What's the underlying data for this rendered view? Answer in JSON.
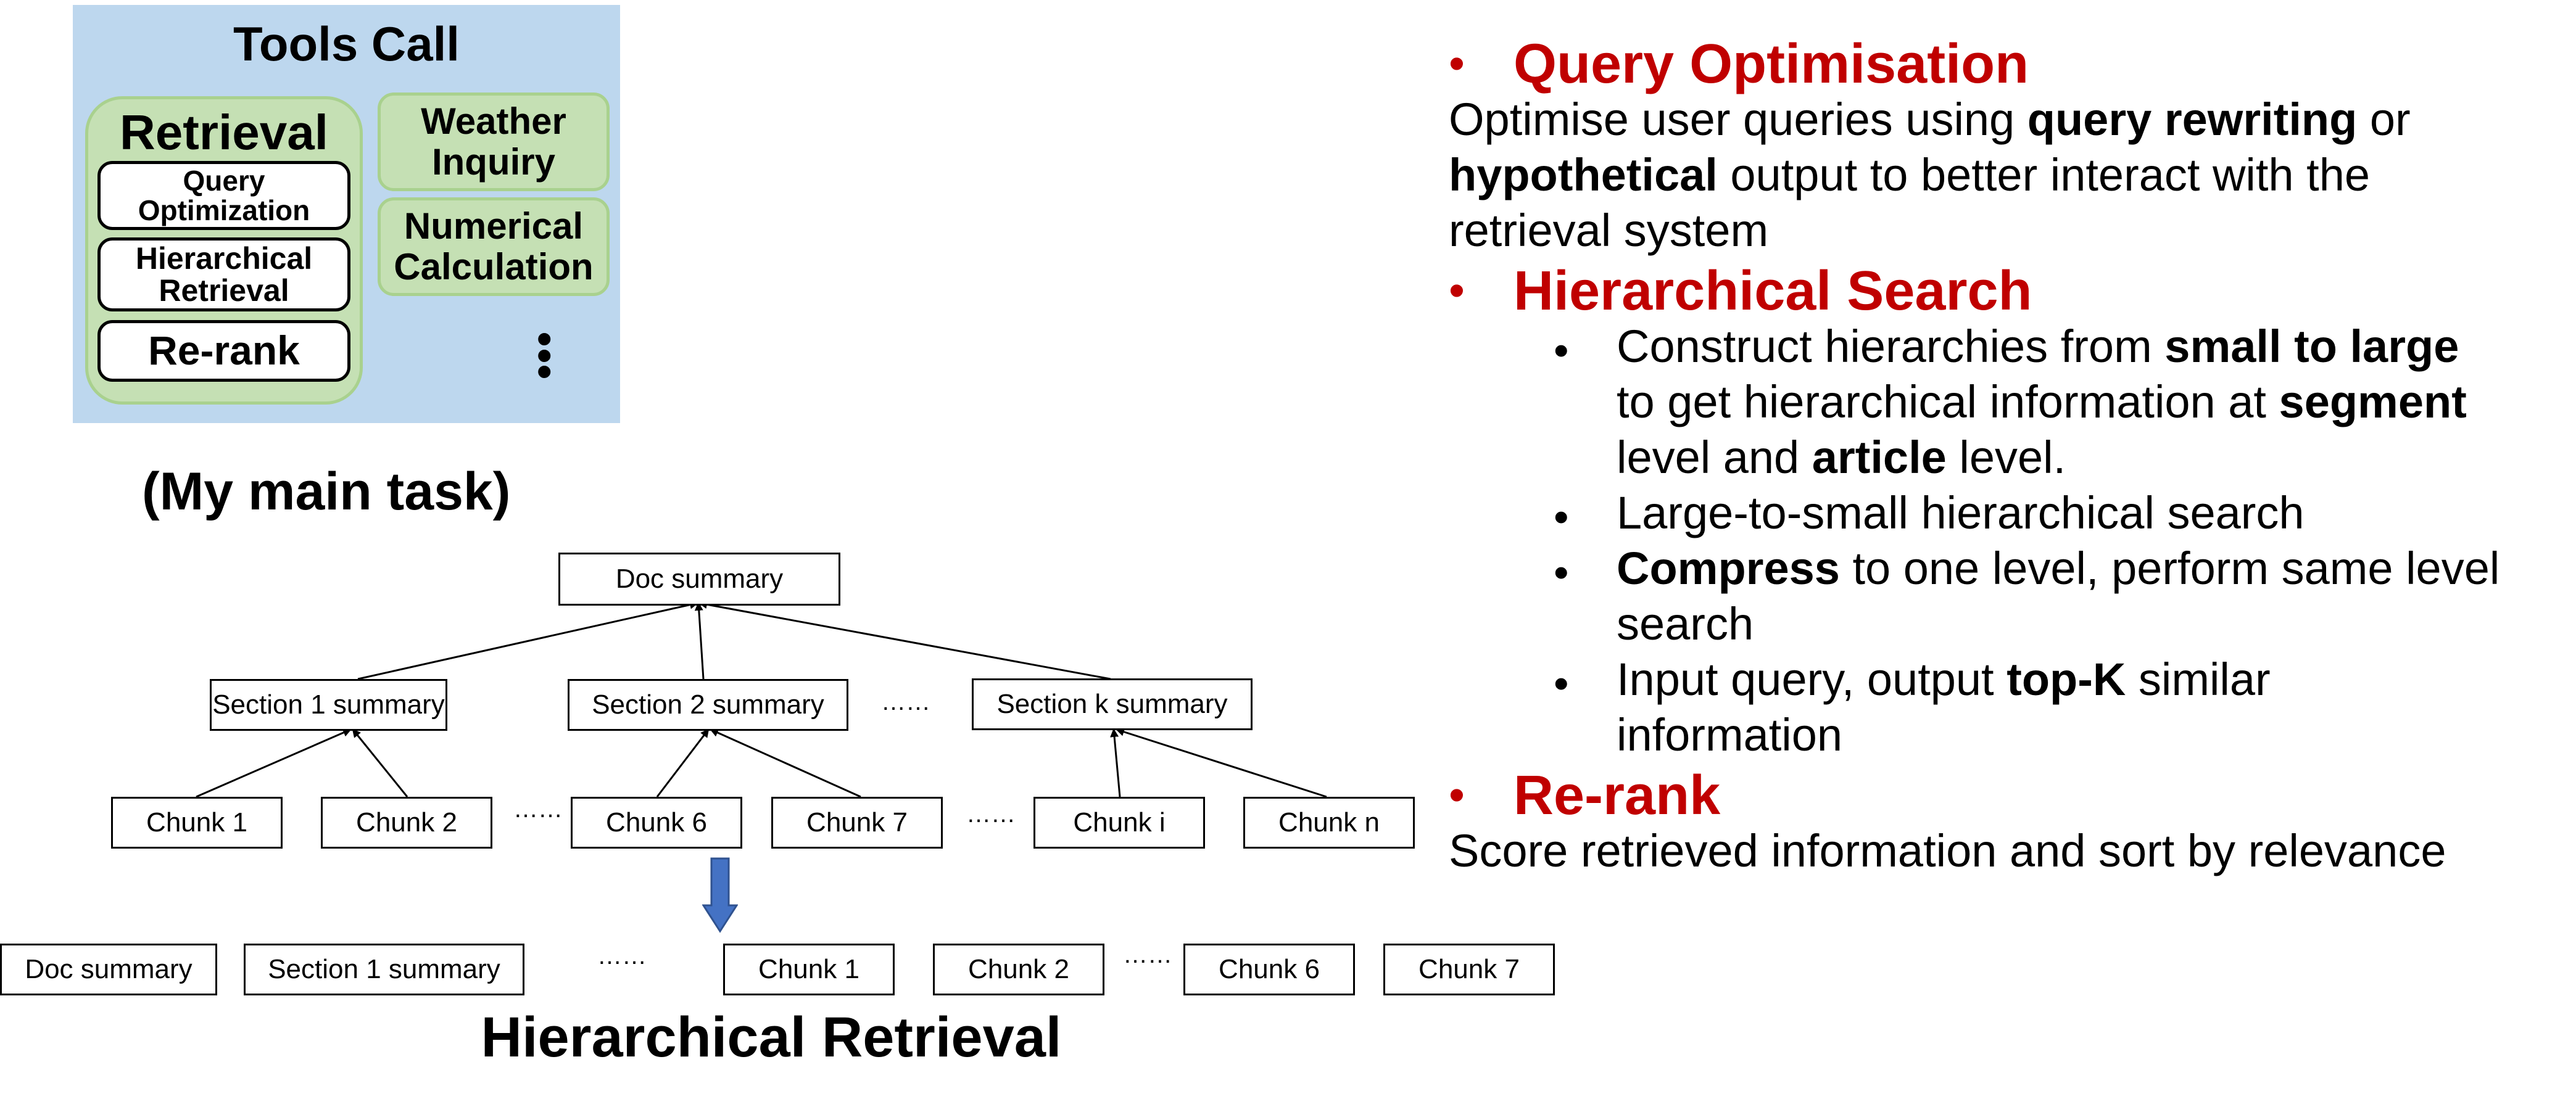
{
  "tools_call": {
    "title": "Tools Call",
    "retrieval": {
      "title": "Retrieval",
      "items": [
        {
          "line1": "Query",
          "line2": "Optimization"
        },
        {
          "line1": "Hierarchical",
          "line2": "Retrieval"
        },
        {
          "line1": "Re-rank",
          "line2": ""
        }
      ]
    },
    "other_tools": [
      {
        "line1": "Weather",
        "line2": "Inquiry"
      },
      {
        "line1": "Numerical",
        "line2": "Calculation"
      }
    ],
    "more": "⋮"
  },
  "main_task": "(My main task)",
  "tree": {
    "root": "Doc summary",
    "sections": [
      "Section 1 summary",
      "Section 2 summary",
      "Section k summary"
    ],
    "chunks": [
      "Chunk 1",
      "Chunk 2",
      "Chunk 6",
      "Chunk 7",
      "Chunk i",
      "Chunk n"
    ],
    "ellipsis": "……"
  },
  "flattened": [
    "Doc summary",
    "Section 1 summary",
    "Chunk 1",
    "Chunk 2",
    "Chunk 6",
    "Chunk 7"
  ],
  "bottom_title": "Hierarchical Retrieval",
  "right_text": {
    "bullet": "•",
    "query_opt": {
      "heading": "Query Optimisation",
      "l1_a": "Optimise user queries using ",
      "l1_b": "query rewriting",
      "l1_c": " or",
      "l2_a": "hypothetical",
      "l2_b": " output to better interact with the",
      "l3": "retrieval system"
    },
    "hier_search": {
      "heading": "Hierarchical Search",
      "s1_l1_a": "Construct hierarchies from ",
      "s1_l1_b": "small to large",
      "s1_l2_a": "to get hierarchical information at ",
      "s1_l2_b": "segment",
      "s1_l3_a": "level and ",
      "s1_l3_b": "article",
      "s1_l3_c": " level.",
      "s2": "Large-to-small hierarchical search",
      "s3_l1_a": "Compress",
      "s3_l1_b": " to one level, perform same level",
      "s3_l2": "search",
      "s4_l1_a": "Input query, output ",
      "s4_l1_b": "top-K",
      "s4_l1_c": " similar",
      "s4_l2": "information"
    },
    "rerank": {
      "heading": "Re-rank",
      "line": "Score retrieved information and sort by relevance"
    }
  }
}
